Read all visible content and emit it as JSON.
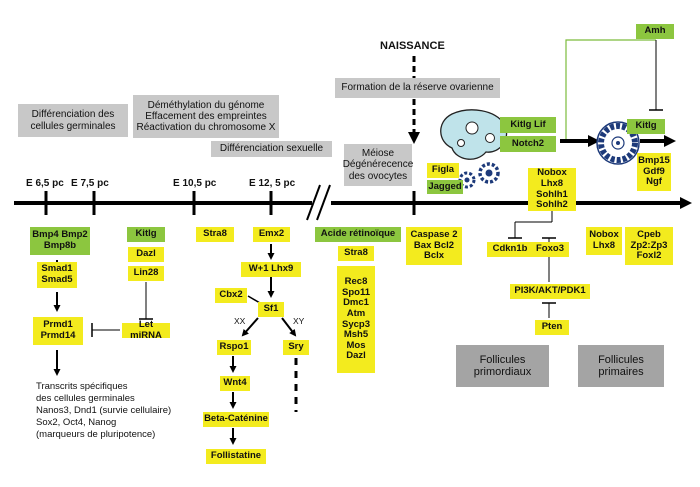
{
  "title": "NAISSANCE",
  "timepoints": [
    "E 6,5 pc",
    "E 7,5 pc",
    "E 10,5 pc",
    "E 12, 5 pc"
  ],
  "grey_boxes": {
    "diff_germinales": "Différenciation des\ncellules germinales",
    "demethylation": "Déméthylation du génome\nEffacement des empreintes\nRéactivation du chromosome X",
    "diff_sexuelle": "Différenciation sexuelle",
    "formation": "Formation de la réserve ovarienne",
    "meiose": "Méiose\nDégénérecence\ndes ovocytes",
    "follicules_primordiaux": "Follicules\nprimordiaux",
    "follicules_primaires": "Follicules\nprimaires"
  },
  "green_boxes": {
    "bmp": "Bmp4 Bmp2\nBmp8b",
    "kitlg_early": "Kitlg",
    "acide": "Acide rétinoïque",
    "kitlg_lif": "Kitlg Lif",
    "notch2": "Notch2",
    "jagged": "Jagged",
    "amh": "Amh",
    "kitlg_late": "Kitlg"
  },
  "yellow_boxes": {
    "smad": "Smad1\nSmad5",
    "prmd": "Prmd1\nPrmd14",
    "dazl": "Dazl",
    "lin28": "Lin28",
    "letmirna": "Let miRNA",
    "stra8_a": "Stra8",
    "emx2": "Emx2",
    "w1lhx9": "W+1 Lhx9",
    "cbx2": "Cbx2",
    "sf1": "Sf1",
    "rspo1": "Rspo1",
    "sry": "Sry",
    "wnt4": "Wnt4",
    "betacat": "Beta-Caténine",
    "follistatine": "Follistatine",
    "stra8_b": "Stra8",
    "meiosis_genes": "Rec8\nSpo11\nDmc1\nAtm\nSycp3\nMsh5\nMos\nDazl",
    "caspase": "Caspase 2\nBax Bcl2\nBclx",
    "figla": "Figla",
    "nobox_group": "Nobox\nLhx8\nSohlh1\nSohlh2",
    "cdkn1b": "Cdkn1b",
    "foxo3": "Foxo3",
    "pi3k": "PI3K/AKT/PDK1",
    "pten": "Pten",
    "nobox_lhx8": "Nobox\nLhx8",
    "cpeb": "Cpeb\nZp2:Zp3\nFoxl2",
    "bmp15": "Bmp15\nGdf9\nNgf"
  },
  "branch_labels": [
    "XX",
    "XY"
  ],
  "transcripts_text": "Transcrits spécifiques\ndes cellules germinales\nNanos3, Dnd1 (survie cellulaire)\nSox2, Oct4, Nanog\n(marqueurs de pluripotence)",
  "colors": {
    "yellow": "#f3eb1e",
    "green": "#8cc63f",
    "grey": "#c8c8c8",
    "dark_grey": "#a4a4a4",
    "follicle_fill": "#bfe3ea"
  }
}
